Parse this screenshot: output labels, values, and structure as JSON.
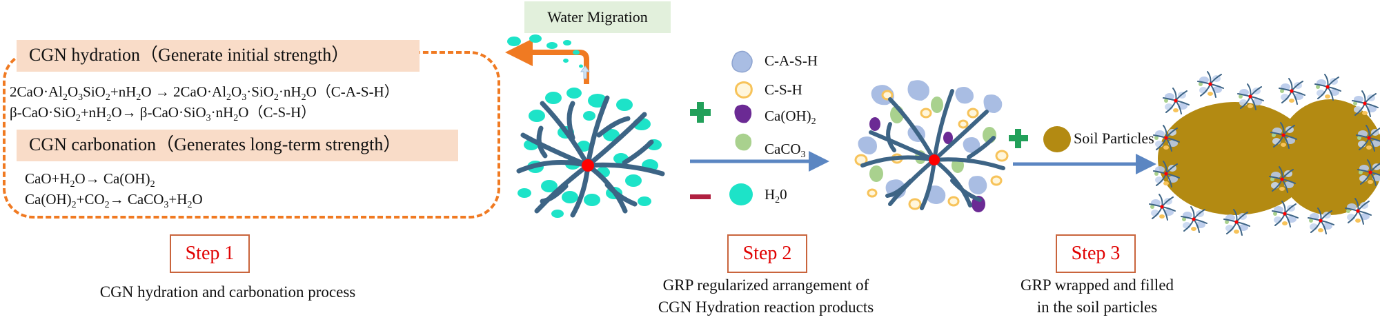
{
  "step1": {
    "hydration_title": "CGN hydration（Generate initial strength）",
    "hydration_eq1": "2CaO·Al<sub>2</sub>O<sub>3</sub>SiO<sub>2</sub>+nH<sub>2</sub>O → 2CaO·Al<sub>2</sub>O<sub>3</sub>·SiO<sub>2</sub>·nH<sub>2</sub>O（C-A-S-H）",
    "hydration_eq2": "β-CaO·SiO<sub>2</sub>+nH<sub>2</sub>O→ β-CaO·SiO<sub>3</sub>·nH<sub>2</sub>O（C-S-H）",
    "carbonation_title": "CGN carbonation（Generates long-term strength）",
    "carbonation_eq1": "CaO+H<sub>2</sub>O→ Ca(OH)<sub>2</sub>",
    "carbonation_eq2": "Ca(OH)<sub>2</sub>+CO<sub>2</sub>→ CaCO<sub>3</sub>+H<sub>2</sub>O",
    "step_label": "Step 1",
    "caption": "CGN hydration and carbonation process"
  },
  "water_migration_label": "Water Migration",
  "legend": {
    "items": [
      {
        "label": "C-A-S-H",
        "color": "#a9bde3"
      },
      {
        "label": "C-S-H",
        "color": "#f7c35a"
      },
      {
        "label": "Ca(OH)<sub>2</sub>",
        "color": "#6b2a94"
      },
      {
        "label": "CaCO<sub>3</sub>",
        "color": "#a9d18e"
      }
    ],
    "water_label": "H<sub>2</sub>0",
    "water_color": "#1de3c8"
  },
  "step2": {
    "step_label": "Step 2",
    "caption_line1": "GRP  regularized  arrangement  of",
    "caption_line2": "CGN Hydration reaction products"
  },
  "soil_label": "Soil Particles",
  "step3": {
    "step_label": "Step 3",
    "caption_line1": "GRP  wrapped  and  filled",
    "caption_line2": "in the soil particles"
  },
  "colors": {
    "accent_orange": "#f07a22",
    "fiber": "#3d6485",
    "plus": "#22a05a",
    "minus": "#b02040",
    "arrow": "#5b86c2",
    "soil": "#b38a12",
    "center": "#ff0000"
  }
}
